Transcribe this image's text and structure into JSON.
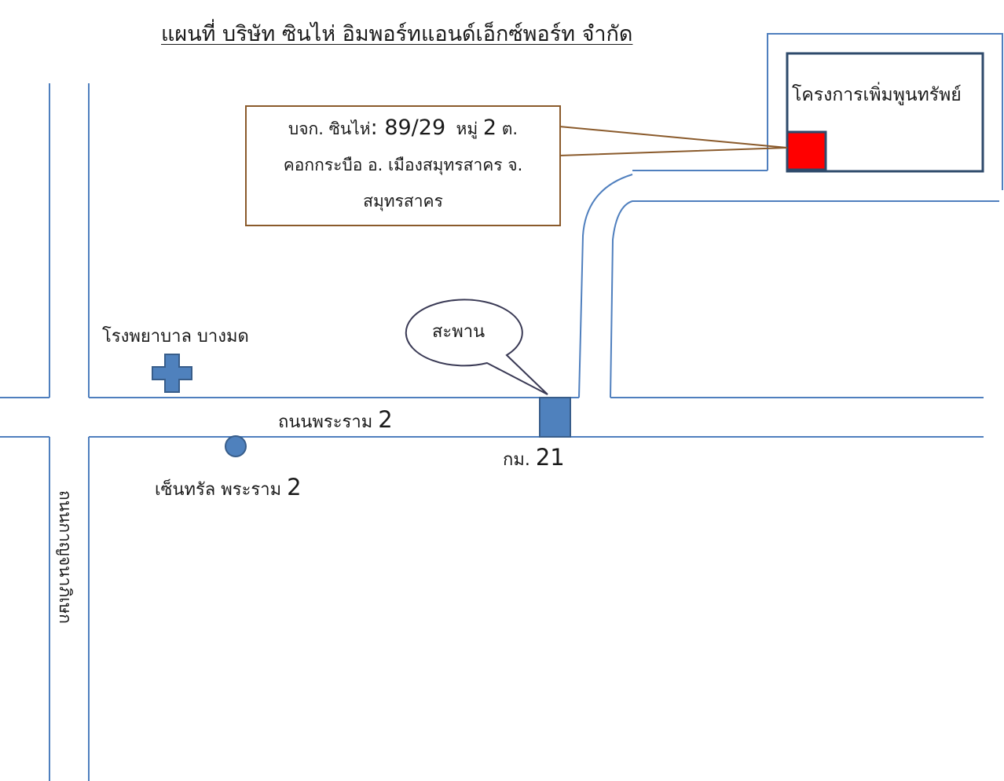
{
  "title": "แผนที่ บริษัท ซินไห่ อิมพอร์ทแอนด์เอ็กซ์พอร์ท จำกัด",
  "address": {
    "line1_prefix": "บจก. ซินไห่",
    "line1_number": ": 89/29",
    "line1_moo": "หมู่",
    "line1_moo_no": "2",
    "line1_suffix": "ต.",
    "line2": "คอกกระบือ อ. เมืองสมุทรสาคร จ.",
    "line3": "สมุทรสาคร"
  },
  "landmarks": {
    "project": "โครงการเพิ่มพูนทรัพย์",
    "hospital": "โรงพยาบาล บางมด",
    "bridge": "สะพาน",
    "central_text": "เซ็นทรัล พระราม",
    "central_number": "2",
    "km_text": "กม.",
    "km_number": "21"
  },
  "roads": {
    "rama2_text": "ถนนพระราม",
    "rama2_number": "2",
    "kanchana": "ถนนกาญจนาภิเษก"
  },
  "icons": {
    "hospital": "hospital-cross-icon",
    "central": "central-circle-icon",
    "km_marker": "km-marker-icon",
    "company": "company-location-icon"
  },
  "colors": {
    "road": "#4f7fbe",
    "marker_fill": "#4f81bd",
    "marker_stroke": "#385d8a",
    "company": "#ff0000",
    "callout_border": "#8a5a2b",
    "building_border": "#2e4a6b"
  }
}
